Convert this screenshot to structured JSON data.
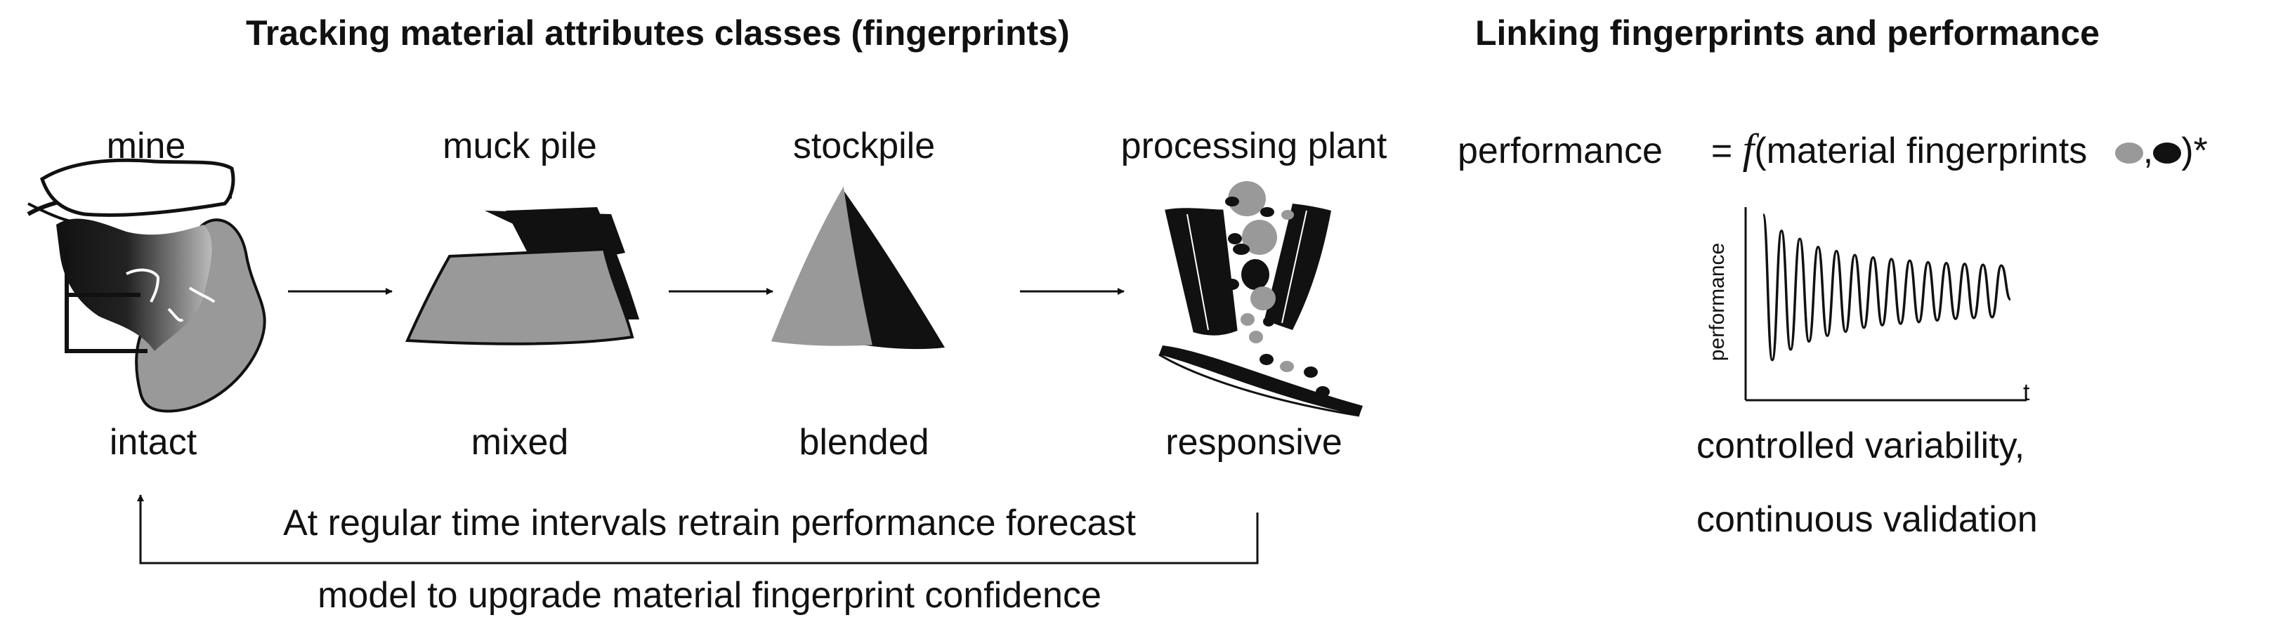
{
  "headings": {
    "left": "Tracking material attributes classes (fingerprints)",
    "right": "Linking fingerprints and performance"
  },
  "stages": [
    {
      "name": "mine",
      "state": "intact"
    },
    {
      "name": "muck pile",
      "state": "mixed"
    },
    {
      "name": "stockpile",
      "state": "blended"
    },
    {
      "name": "processing plant",
      "state": "responsive"
    }
  ],
  "feedback": {
    "line1": "At regular time intervals retrain performance forecast",
    "line2": "model to upgrade material fingerprint confidence"
  },
  "formula": {
    "lhs": "performance",
    "equals": "=",
    "func": "f",
    "arg": "(material fingerprints",
    "comma": ",",
    "close": ")*"
  },
  "plot": {
    "ylabel": "performance",
    "xlabel": "t",
    "series": [
      0.95,
      -0.85,
      0.75,
      -0.72,
      0.65,
      -0.62,
      0.55,
      -0.55,
      0.5,
      -0.5,
      0.45,
      -0.45,
      0.42,
      -0.42,
      0.4,
      -0.4,
      0.38,
      -0.38,
      0.36,
      -0.36,
      0.35,
      -0.34,
      0.34,
      -0.33,
      0.33,
      -0.32,
      0.32,
      -0.1
    ]
  },
  "caption": {
    "line1": "controlled variability,",
    "line2": "continuous validation"
  },
  "colors": {
    "gray": "#999999",
    "black": "#111111"
  }
}
